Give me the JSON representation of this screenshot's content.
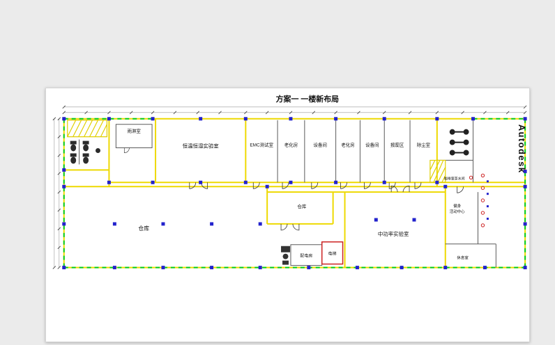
{
  "title": "方案一  一楼新布局",
  "watermark": "Autodesk",
  "rooms": {
    "rain_shower": "雨淋室",
    "thermo_hum_lab": "恒温恒湿实验室",
    "emc_test": "EMC测试室",
    "aging_1": "老化房",
    "equipment_1": "设备间",
    "aging_2": "老化房",
    "equipment_2": "设备间",
    "scrap": "报废区",
    "dust": "除尘室",
    "warehouse_main": "仓库",
    "warehouse_small": "仓库",
    "mid_power_lab": "中功率实验室",
    "power_room": "配电房",
    "elevator": "电梯",
    "coffee_tea": "咖啡室茶水间",
    "fitness_line1": "健身",
    "fitness_line2": "活动中心",
    "lounge": "休息室"
  },
  "colors": {
    "background": "#ebebeb",
    "sheet": "#ffffff",
    "wall_yellow": "#eed900",
    "boundary_green": "#00cc22",
    "column_blue": "#2222cc",
    "accent_red": "#cc2222",
    "watermark_gray": "#c2c2c2",
    "text_black": "#111111"
  }
}
